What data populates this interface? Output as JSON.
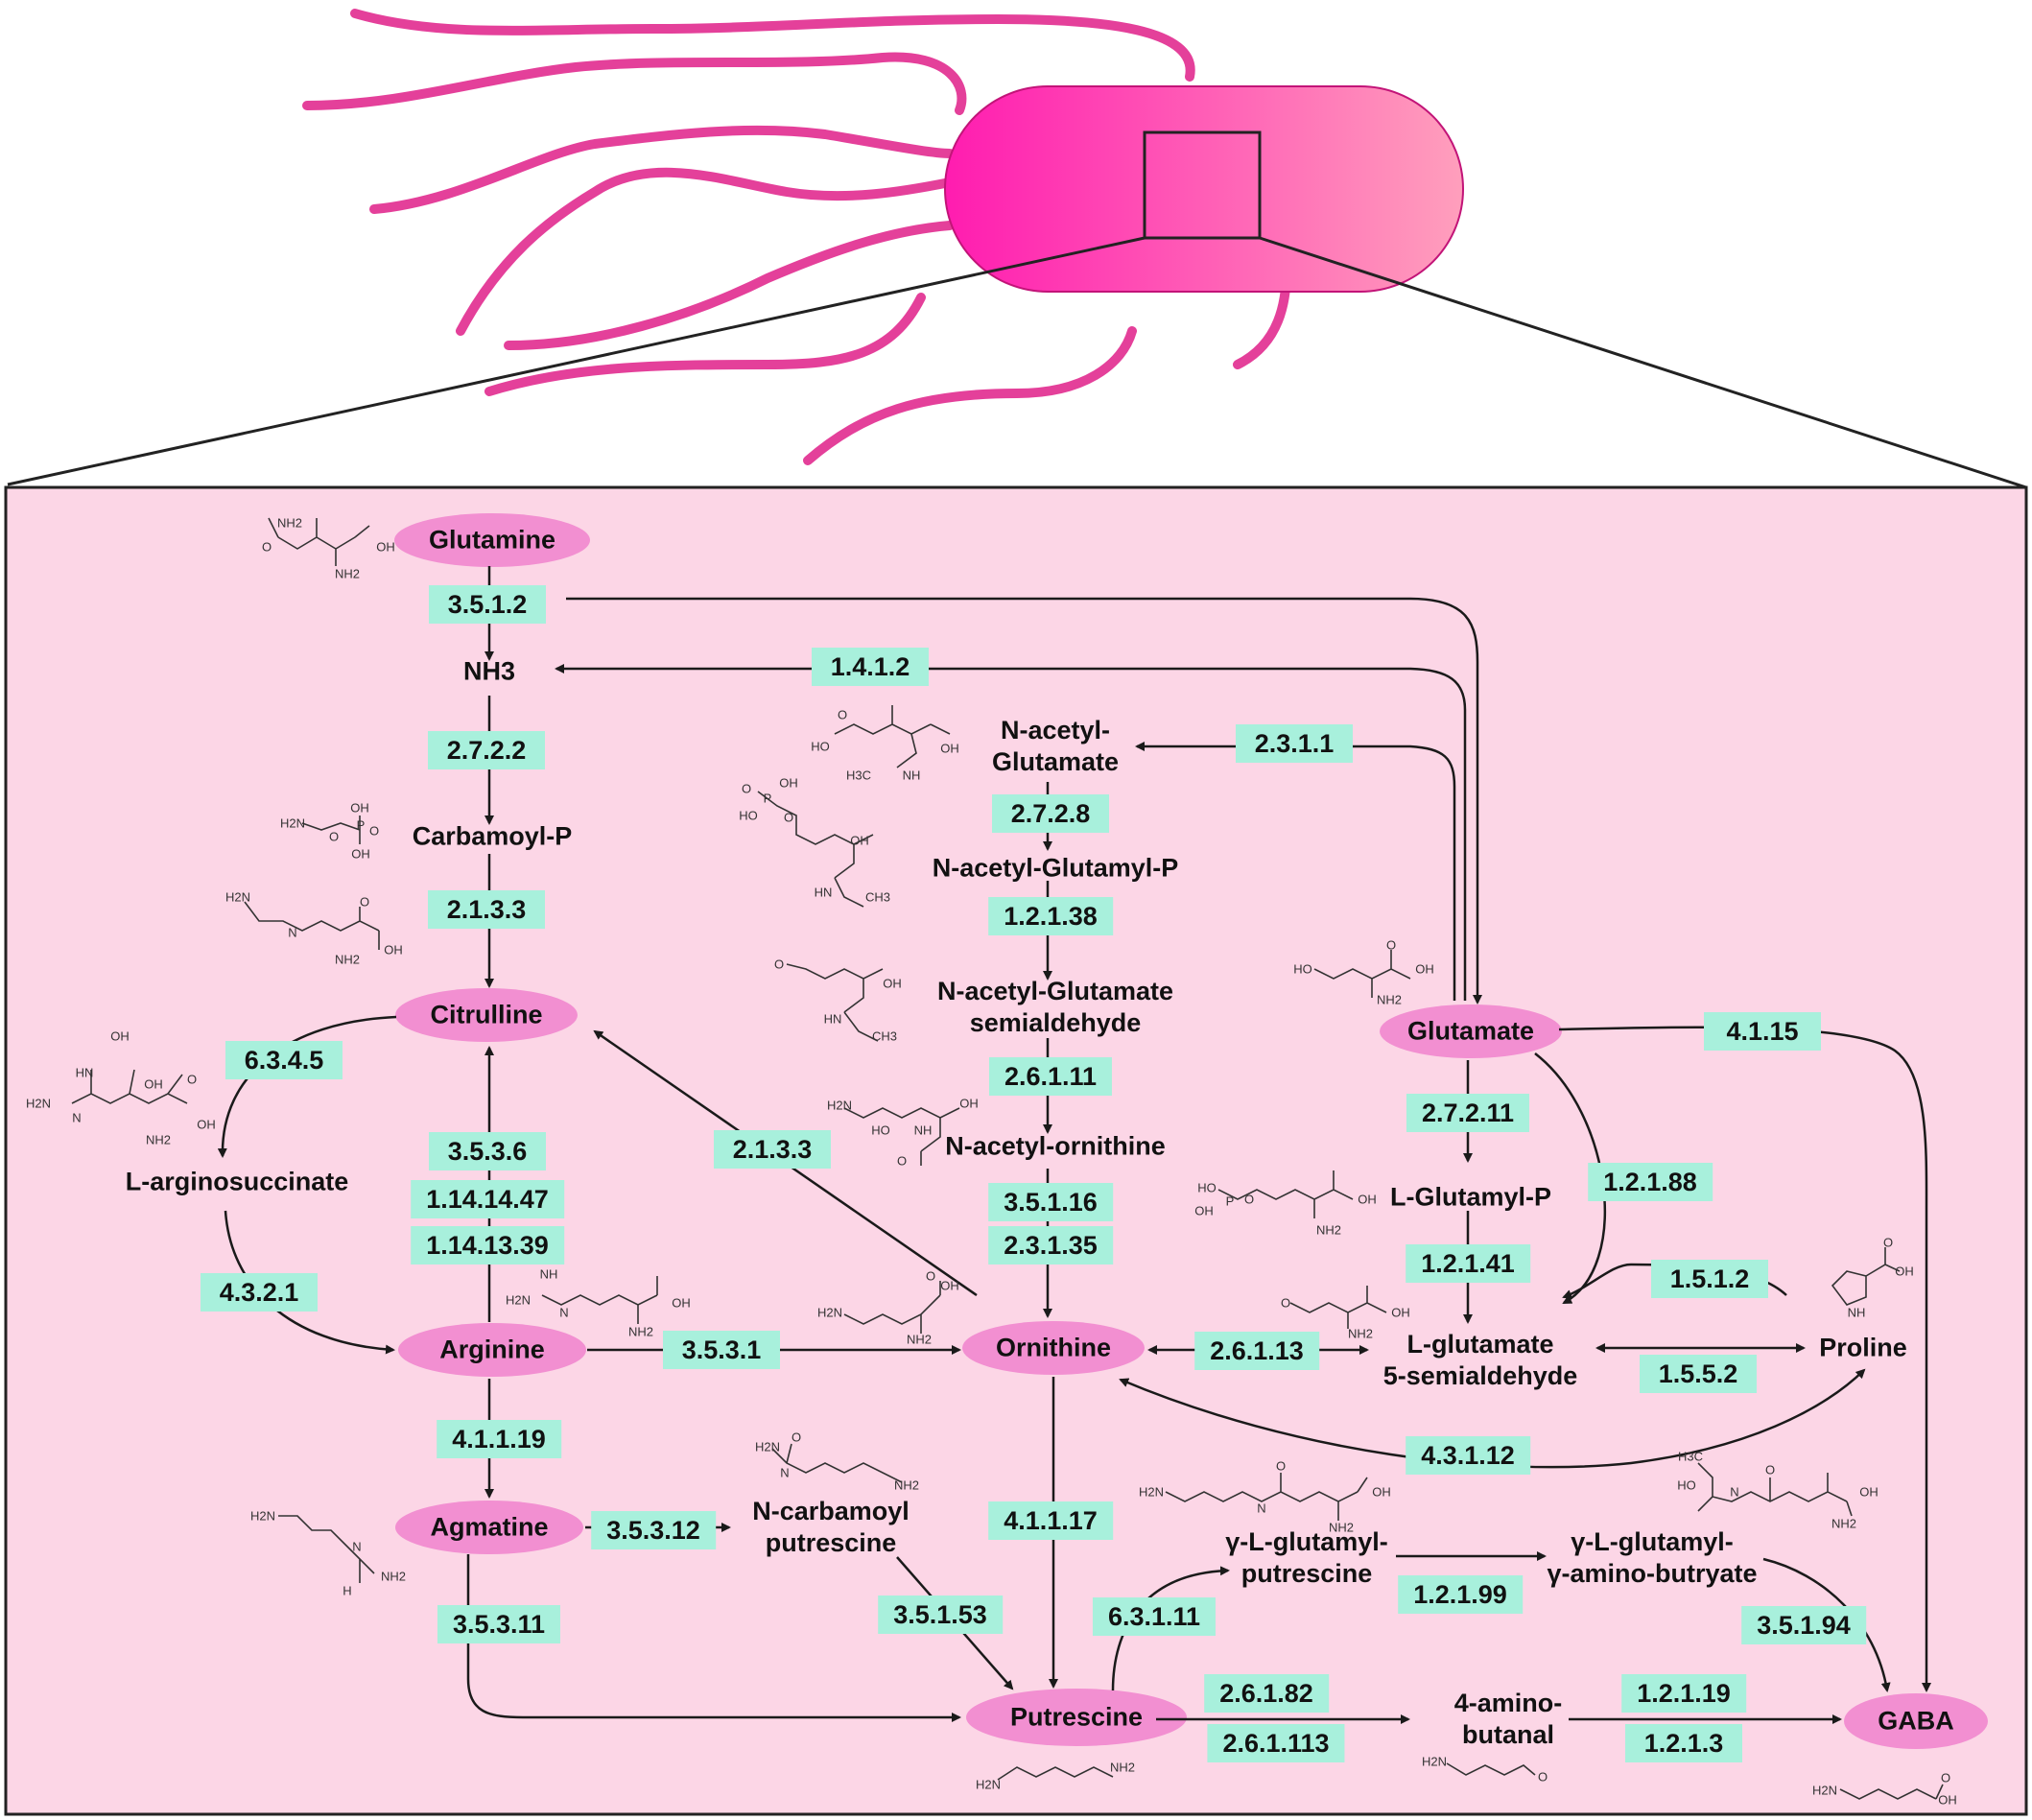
{
  "colors": {
    "panel": "#fcd6e6",
    "ellipse": "#f28fd1",
    "enzyme": "#a8f0dc",
    "bacterium_start": "#ff1cb0",
    "bacterium_end": "#ff9fbc",
    "flagella": "#e4409a",
    "arrow": "#1a1a1a"
  },
  "nodes": {
    "glutamine": "Glutamine",
    "nh3": "NH3",
    "carbamoyl_p": "Carbamoyl-P",
    "citrulline": "Citrulline",
    "arginosuccinate": "L-arginosuccinate",
    "arginine": "Arginine",
    "agmatine": "Agmatine",
    "n_carbamoyl_putrescine": "N-carbamoyl\nputrescine",
    "putrescine": "Putrescine",
    "n_acetyl_glutamate": "N-acetyl-\nGlutamate",
    "n_acetyl_glutamyl_p": "N-acetyl-Glutamyl-P",
    "n_acetyl_glutamate_semialdehyde": "N-acetyl-Glutamate\nsemialdehyde",
    "n_acetyl_ornithine": "N-acetyl-ornithine",
    "ornithine": "Ornithine",
    "glutamate": "Glutamate",
    "l_glutamyl_p": "L-Glutamyl-P",
    "l_glutamate_semialdehyde": "L-glutamate\n5-semialdehyde",
    "proline": "Proline",
    "glutamyl_putrescine": "γ-L-glutamyl-\nputrescine",
    "glutamyl_aminobutyrate": "γ-L-glutamyl-\nγ-amino-butryate",
    "aminobutanal": "4-amino-\nbutanal",
    "gaba": "GABA"
  },
  "enzymes": {
    "e_3_5_1_2": "3.5.1.2",
    "e_1_4_1_2": "1.4.1.2",
    "e_2_7_2_2": "2.7.2.2",
    "e_2_3_1_1": "2.3.1.1",
    "e_2_7_2_8": "2.7.2.8",
    "e_2_1_3_3_a": "2.1.3.3",
    "e_1_2_1_38": "1.2.1.38",
    "e_6_3_4_5": "6.3.4.5",
    "e_4_1_15": "4.1.15",
    "e_2_6_1_11": "2.6.1.11",
    "e_2_7_2_11": "2.7.2.11",
    "e_3_5_3_6": "3.5.3.6",
    "e_2_1_3_3_b": "2.1.3.3",
    "e_1_2_1_88": "1.2.1.88",
    "e_1_14_14_47": "1.14.14.47",
    "e_3_5_1_16": "3.5.1.16",
    "e_1_14_13_39": "1.14.13.39",
    "e_2_3_1_35": "2.3.1.35",
    "e_1_2_1_41": "1.2.1.41",
    "e_1_5_1_2": "1.5.1.2",
    "e_4_3_2_1": "4.3.2.1",
    "e_3_5_3_1": "3.5.3.1",
    "e_2_6_1_13": "2.6.1.13",
    "e_1_5_5_2": "1.5.5.2",
    "e_4_1_1_19": "4.1.1.19",
    "e_4_3_1_12": "4.3.1.12",
    "e_4_1_1_17": "4.1.1.17",
    "e_3_5_3_12": "3.5.3.12",
    "e_1_2_1_99": "1.2.1.99",
    "e_3_5_3_11": "3.5.3.11",
    "e_3_5_1_53": "3.5.1.53",
    "e_6_3_1_11": "6.3.1.11",
    "e_3_5_1_94": "3.5.1.94",
    "e_2_6_1_82": "2.6.1.82",
    "e_1_2_1_19": "1.2.1.19",
    "e_2_6_1_113": "2.6.1.113",
    "e_1_2_1_3": "1.2.1.3"
  },
  "structure_labels": {
    "glutamine": [
      "NH2",
      "OH",
      "O",
      "NH2"
    ],
    "carbamoyl_p": [
      "H2N",
      "OH",
      "O",
      "P",
      "OH",
      "O"
    ],
    "citrulline": [
      "H2N",
      "N",
      "OH",
      "NH2",
      "O"
    ],
    "arginosuccinate": [
      "OH",
      "HN",
      "H2N",
      "OH",
      "N",
      "OH",
      "NH2",
      "O"
    ],
    "arginine": [
      "NH",
      "H2N",
      "N",
      "OH",
      "NH2"
    ],
    "agmatine": [
      "H2N",
      "N",
      "NH2",
      "H"
    ],
    "n_carbamoyl_putrescine": [
      "H2N",
      "O",
      "N",
      "NH2"
    ],
    "putrescine": [
      "H2N",
      "NH2"
    ],
    "n_acetyl_glutamate": [
      "HO",
      "O",
      "OH",
      "H3C",
      "NH"
    ],
    "n_acetyl_glutamyl_p": [
      "O",
      "P",
      "OH",
      "HO",
      "O",
      "OH",
      "HN",
      "CH3"
    ],
    "n_acetyl_glutamate_semialdehyde": [
      "O",
      "OH",
      "HN",
      "CH3"
    ],
    "n_acetyl_ornithine": [
      "H2N",
      "OH",
      "HO",
      "NH",
      "O"
    ],
    "ornithine": [
      "H2N",
      "OH",
      "NH2",
      "O"
    ],
    "glutamate": [
      "HO",
      "O",
      "OH",
      "NH2"
    ],
    "l_glutamyl_p": [
      "HO",
      "OH",
      "P",
      "O",
      "OH",
      "NH2"
    ],
    "l_glutamate_semialdehyde": [
      "O",
      "OH",
      "NH2"
    ],
    "proline": [
      "NH",
      "OH",
      "O"
    ],
    "glutamyl_putrescine": [
      "H2N",
      "N",
      "O",
      "OH",
      "NH2"
    ],
    "glutamyl_aminobutyrate": [
      "H3C",
      "HO",
      "N",
      "O",
      "OH",
      "NH2"
    ],
    "aminobutanal": [
      "H2N",
      "O"
    ],
    "gaba": [
      "H2N",
      "OH",
      "O"
    ]
  }
}
